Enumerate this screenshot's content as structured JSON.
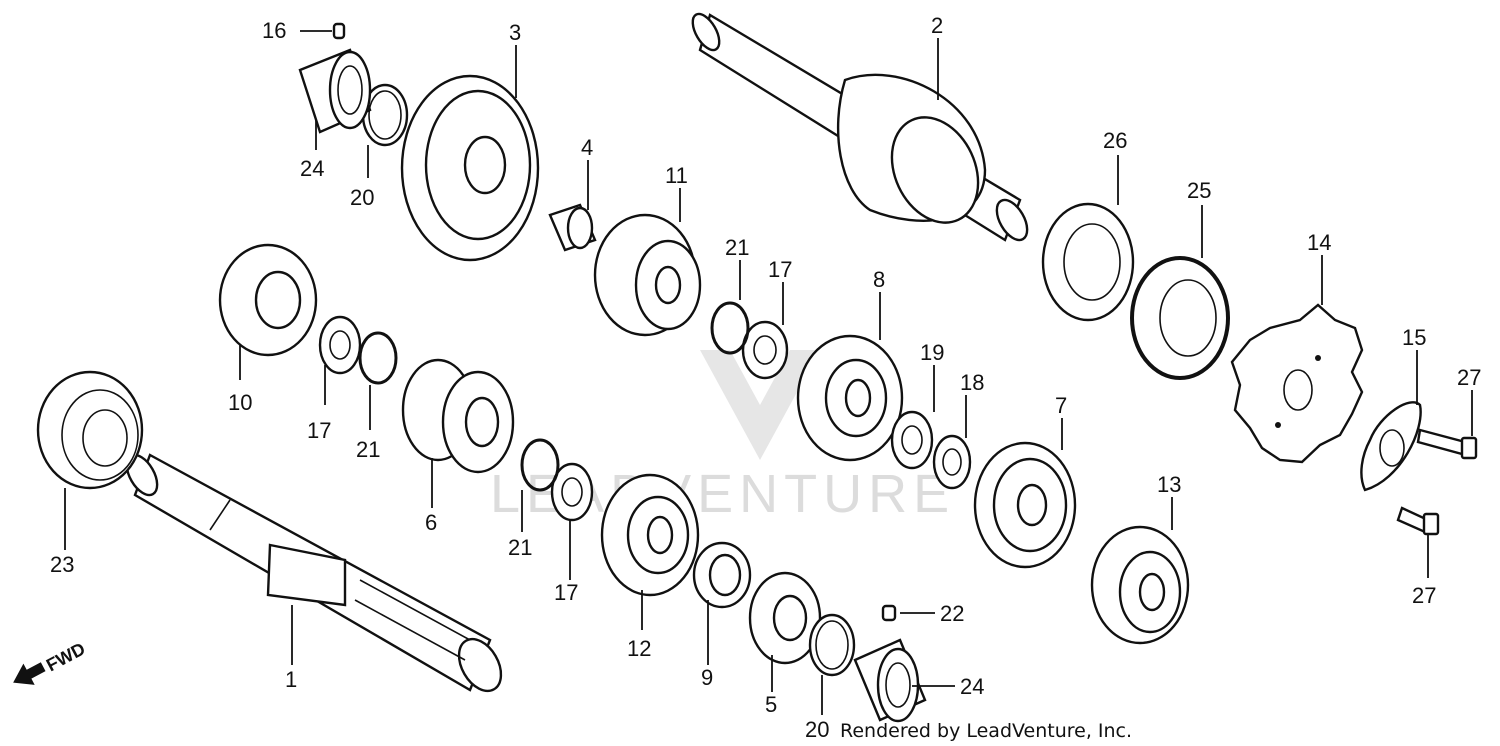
{
  "watermark": {
    "text": "LEADVENTURE"
  },
  "fwd_label": "FWD",
  "credit": "Rendered by LeadVenture, Inc.",
  "callouts": {
    "c1": "1",
    "c2": "2",
    "c3": "3",
    "c4": "4",
    "c5": "5",
    "c6": "6",
    "c7": "7",
    "c8": "8",
    "c9": "9",
    "c10": "10",
    "c11": "11",
    "c12": "12",
    "c13": "13",
    "c14": "14",
    "c15": "15",
    "c16": "16",
    "c17a": "17",
    "c17b": "17",
    "c17c": "17",
    "c18": "18",
    "c19": "19",
    "c20a": "20",
    "c20b": "20",
    "c21a": "21",
    "c21b": "21",
    "c21c": "21",
    "c22": "22",
    "c23": "23",
    "c24a": "24",
    "c24b": "24",
    "c25": "25",
    "c26": "26",
    "c27a": "27",
    "c27b": "27"
  }
}
